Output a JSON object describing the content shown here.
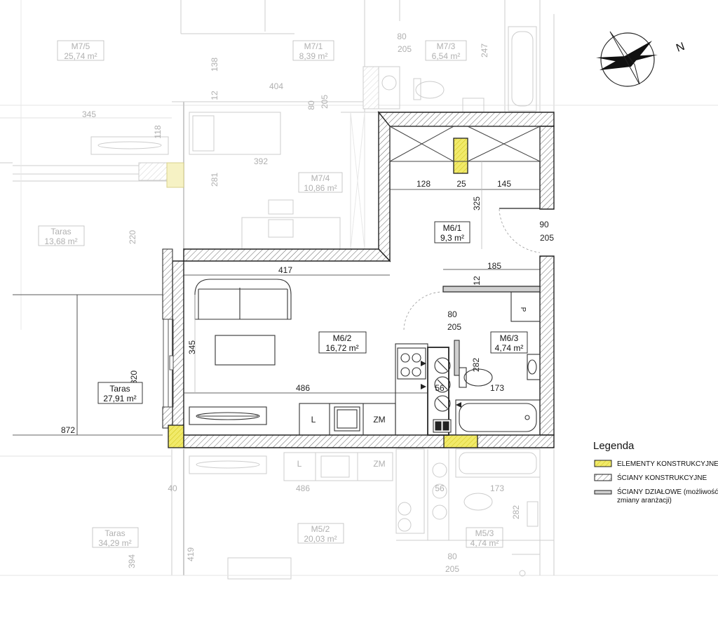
{
  "compass": {
    "north_label": "N"
  },
  "rooms": {
    "m7_5": {
      "name": "M7/5",
      "area": "25,74 m²"
    },
    "m7_1": {
      "name": "M7/1",
      "area": "8,39 m²"
    },
    "m7_3": {
      "name": "M7/3",
      "area": "6,54 m²"
    },
    "m7_4": {
      "name": "M7/4",
      "area": "10,86 m²"
    },
    "taras_top": {
      "name": "Taras",
      "area": "13,68 m²"
    },
    "m6_1": {
      "name": "M6/1",
      "area": "9,3 m²"
    },
    "m6_2": {
      "name": "M6/2",
      "area": "16,72 m²"
    },
    "m6_3": {
      "name": "M6/3",
      "area": "4,74 m²"
    },
    "taras_main": {
      "name": "Taras",
      "area": "27,91 m²"
    },
    "taras_bottom": {
      "name": "Taras",
      "area": "34,29 m²"
    },
    "m5_2": {
      "name": "M5/2",
      "area": "20,03 m²"
    },
    "m5_3": {
      "name": "M5/3",
      "area": "4,74 m²"
    }
  },
  "dims": {
    "d417": "417",
    "d128": "128",
    "d25": "25",
    "d145": "145",
    "d325": "325",
    "d90": "90",
    "d205a": "205",
    "d185": "185",
    "d12": "12",
    "d80": "80",
    "d205b": "205",
    "d345": "345",
    "d486": "486",
    "d320": "320",
    "d872": "872",
    "d282": "282",
    "d173": "173",
    "d56": "56"
  },
  "faded_dims": {
    "f80a": "80",
    "f205a": "205",
    "f247": "247",
    "f138": "138",
    "f404": "404",
    "f12": "12",
    "f80b": "80",
    "f205b": "205",
    "f345": "345",
    "f118": "118",
    "f392": "392",
    "f281": "281",
    "f220": "220",
    "f40": "40",
    "f486": "486",
    "f56": "56",
    "f173": "173",
    "f282": "282",
    "f394": "394",
    "f419": "419",
    "f80c": "80",
    "f205c": "205"
  },
  "fixtures": {
    "fridge": "L",
    "dishwasher": "ZM",
    "fridge_ghost": "L",
    "dishwasher_ghost": "ZM",
    "washer_p": "P"
  },
  "legend": {
    "title": "Legenda",
    "structural_elements": "ELEMENTY KONSTRUKCYJNE",
    "structural_walls": "ŚCIANY KONSTRUKCYJNE",
    "partition_walls_1": "ŚCIANY DZIAŁOWE (możliwość",
    "partition_walls_2": "zmiany aranżacji)"
  },
  "colors": {
    "structural_fill": "#f1ea6a",
    "wall_line": "#222222",
    "faded_line": "#c8c8c8"
  }
}
